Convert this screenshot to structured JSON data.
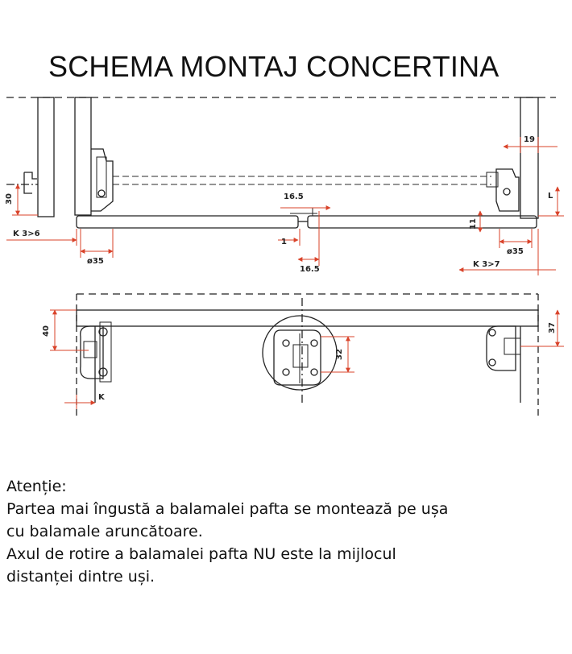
{
  "title": "SCHEMA MONTAJ CONCERTINA",
  "dimensions": {
    "d19": "19",
    "d30": "30",
    "d16_5_top": "16.5",
    "d_L": "L",
    "d11": "11",
    "k_left": "K 3>6",
    "d1": "1",
    "d35_left": "ø35",
    "d16_5_bottom": "16.5",
    "d35_right": "ø35",
    "k_right": "K 3>7",
    "d40": "40",
    "d32": "32",
    "d37": "37",
    "k_bottom": "K"
  },
  "colors": {
    "dimension": "#d9432a",
    "line": "#222222"
  },
  "notes": {
    "heading": "Atenție:",
    "line1": "Partea mai îngustă a balamalei pafta se montează pe ușa",
    "line2": "cu balamale aruncătoare.",
    "line3": "Axul de rotire a balamalei pafta NU este la mijlocul",
    "line4": "distanței dintre uși."
  }
}
